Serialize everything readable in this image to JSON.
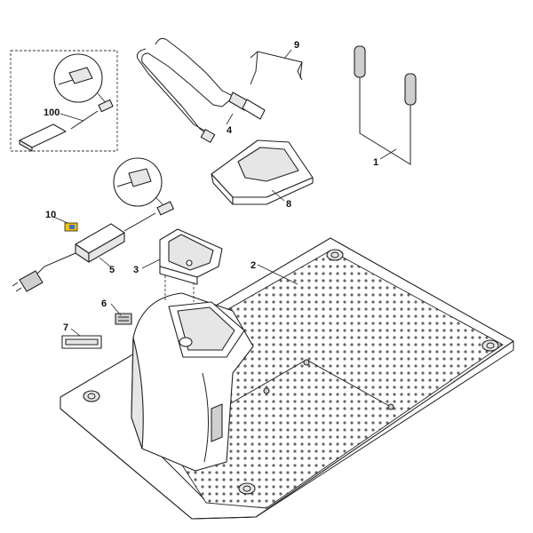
{
  "callouts": {
    "c1": "1",
    "c2": "2",
    "c3": "3",
    "c4": "4",
    "c5": "5",
    "c6": "6",
    "c7": "7",
    "c8": "8",
    "c9": "9",
    "c10": "10",
    "c100": "100"
  },
  "icons": {
    "label_sticker_10": "diamond-label-icon",
    "usb_plug": "usb-icon",
    "power_plug": "power-plug-icon"
  },
  "colors": {
    "line": "#222222",
    "shade": "#e6e6e6",
    "badge_yellow": "#f2c200",
    "badge_blue": "#3b6fd6"
  }
}
